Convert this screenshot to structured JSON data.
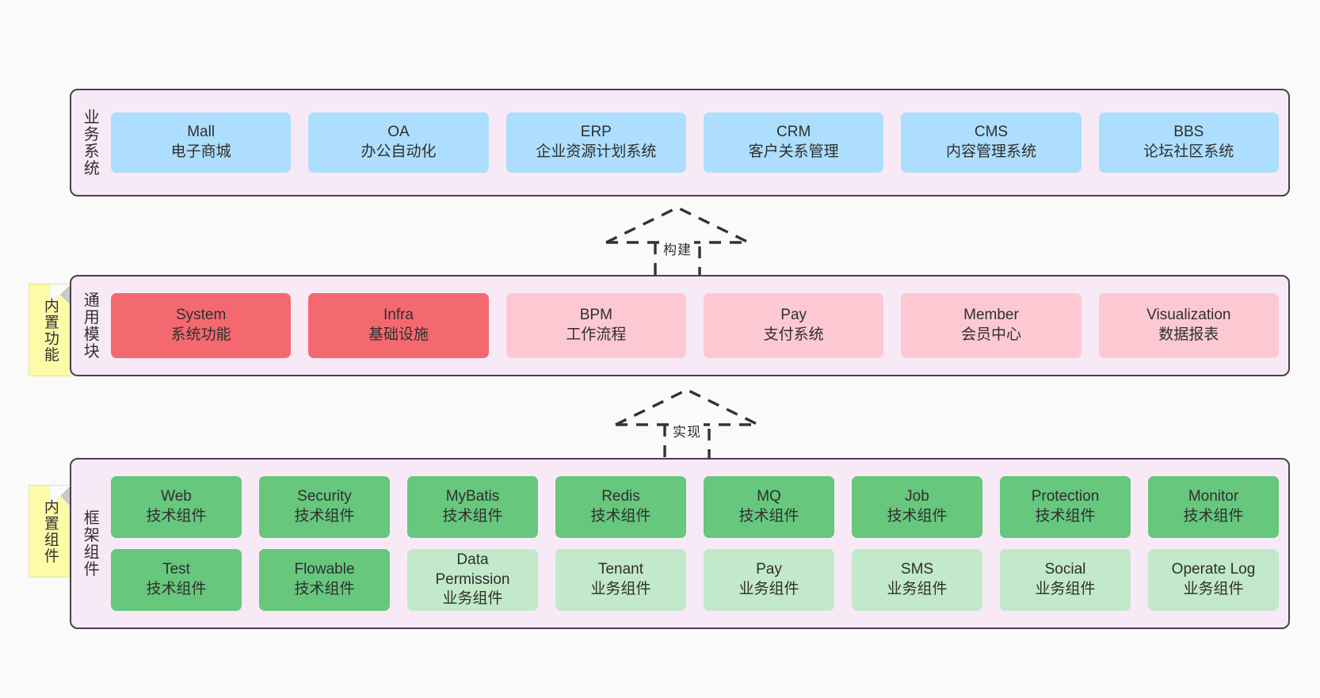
{
  "diagram": {
    "background_color": "#fafafa",
    "panel_color": "#f7eaf6",
    "panel_border_color": "#4a3f4d",
    "note_color": "#fdfaa8"
  },
  "layers": [
    {
      "key": "business",
      "title": "业务系统",
      "note": null,
      "rows": [
        {
          "cards": [
            {
              "en": "Mall",
              "cn": "电子商城",
              "color": "#addefd",
              "style": "c-blue"
            },
            {
              "en": "OA",
              "cn": "办公自动化",
              "color": "#addefd",
              "style": "c-blue"
            },
            {
              "en": "ERP",
              "cn": "企业资源计划系统",
              "color": "#addefd",
              "style": "c-blue"
            },
            {
              "en": "CRM",
              "cn": "客户关系管理",
              "color": "#addefd",
              "style": "c-blue"
            },
            {
              "en": "CMS",
              "cn": "内容管理系统",
              "color": "#addefd",
              "style": "c-blue"
            },
            {
              "en": "BBS",
              "cn": "论坛社区系统",
              "color": "#addefd",
              "style": "c-blue"
            }
          ]
        }
      ]
    },
    {
      "key": "common-module",
      "title": "通用模块",
      "note": "内置功能",
      "rows": [
        {
          "cards": [
            {
              "en": "System",
              "cn": "系统功能",
              "color": "#f4696f",
              "style": "c-red"
            },
            {
              "en": "Infra",
              "cn": "基础设施",
              "color": "#f4696f",
              "style": "c-red"
            },
            {
              "en": "BPM",
              "cn": "工作流程",
              "color": "#fcc9d3",
              "style": "c-pink"
            },
            {
              "en": "Pay",
              "cn": "支付系统",
              "color": "#fcc9d3",
              "style": "c-pink"
            },
            {
              "en": "Member",
              "cn": "会员中心",
              "color": "#fcc9d3",
              "style": "c-pink"
            },
            {
              "en": "Visualization",
              "cn": "数据报表",
              "color": "#fcc9d3",
              "style": "c-pink"
            }
          ]
        }
      ]
    },
    {
      "key": "framework-component",
      "title": "框架组件",
      "note": "内置组件",
      "rows": [
        {
          "cards": [
            {
              "en": "Web",
              "cn": "技术组件",
              "color": "#66c77d",
              "style": "c-green"
            },
            {
              "en": "Security",
              "cn": "技术组件",
              "color": "#66c77d",
              "style": "c-green"
            },
            {
              "en": "MyBatis",
              "cn": "技术组件",
              "color": "#66c77d",
              "style": "c-green"
            },
            {
              "en": "Redis",
              "cn": "技术组件",
              "color": "#66c77d",
              "style": "c-green"
            },
            {
              "en": "MQ",
              "cn": "技术组件",
              "color": "#66c77d",
              "style": "c-green"
            },
            {
              "en": "Job",
              "cn": "技术组件",
              "color": "#66c77d",
              "style": "c-green"
            },
            {
              "en": "Protection",
              "cn": "技术组件",
              "color": "#66c77d",
              "style": "c-green"
            },
            {
              "en": "Monitor",
              "cn": "技术组件",
              "color": "#66c77d",
              "style": "c-green"
            }
          ]
        },
        {
          "cards": [
            {
              "en": "Test",
              "cn": "技术组件",
              "color": "#66c77d",
              "style": "c-green"
            },
            {
              "en": "Flowable",
              "cn": "技术组件",
              "color": "#66c77d",
              "style": "c-green"
            },
            {
              "en": "Data Permission",
              "cn": "业务组件",
              "color": "#c2e9c9",
              "style": "c-greenlight"
            },
            {
              "en": "Tenant",
              "cn": "业务组件",
              "color": "#c2e9c9",
              "style": "c-greenlight"
            },
            {
              "en": "Pay",
              "cn": "业务组件",
              "color": "#c2e9c9",
              "style": "c-greenlight"
            },
            {
              "en": "SMS",
              "cn": "业务组件",
              "color": "#c2e9c9",
              "style": "c-greenlight"
            },
            {
              "en": "Social",
              "cn": "业务组件",
              "color": "#c2e9c9",
              "style": "c-greenlight"
            },
            {
              "en": "Operate Log",
              "cn": "业务组件",
              "color": "#c2e9c9",
              "style": "c-greenlight"
            }
          ]
        }
      ]
    }
  ],
  "connectors": [
    {
      "key": "build",
      "label": "构建"
    },
    {
      "key": "implement",
      "label": "实现"
    }
  ]
}
